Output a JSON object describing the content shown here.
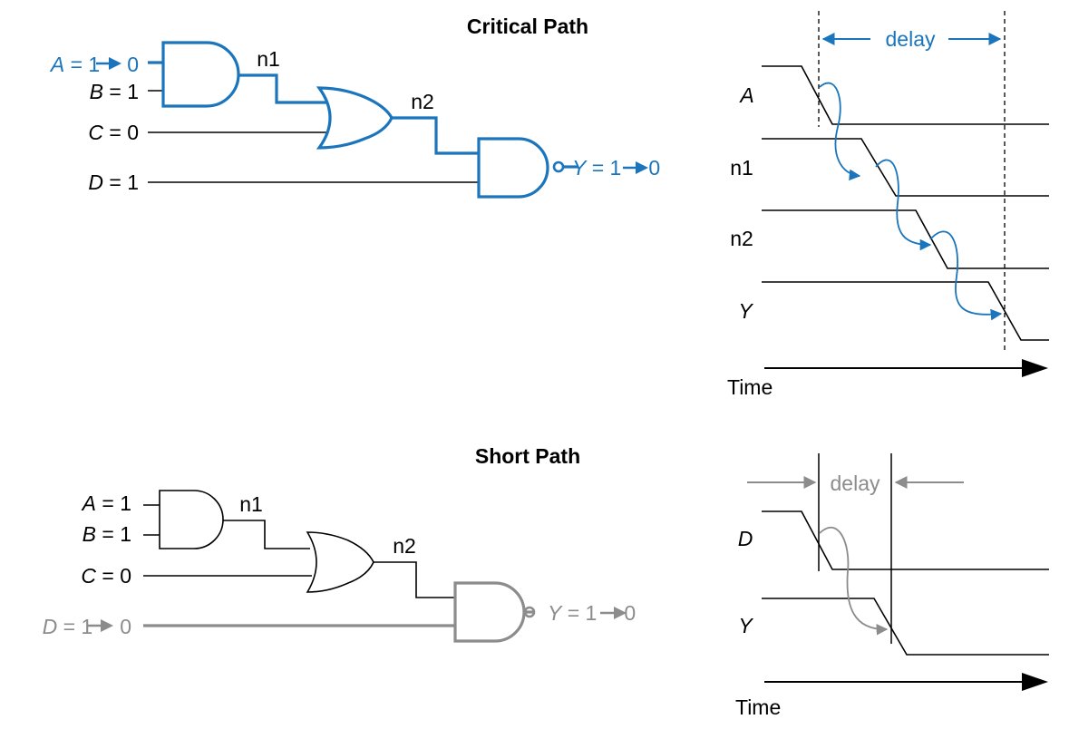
{
  "colors": {
    "critical": "#1a75bc",
    "inactive": "#8c8c8c",
    "line": "#000000"
  },
  "critical": {
    "title": "Critical Path",
    "inputs": {
      "a_name": "A",
      "a_value": " = 1",
      "a_to": "0",
      "b_name": "B",
      "b_value": " = 1",
      "c_name": "C",
      "c_value": " = 0",
      "d_name": "D",
      "d_value": " = 1"
    },
    "nodes": {
      "n1": "n1",
      "n2": "n2"
    },
    "output": {
      "name": "Y",
      "value": " = 1",
      "to": "0"
    },
    "timing": {
      "delay_label": "delay",
      "signals": [
        "A",
        "n1",
        "n2",
        "Y"
      ],
      "time_label": "Time"
    }
  },
  "short": {
    "title": "Short Path",
    "inputs": {
      "a_name": "A",
      "a_value": " = 1",
      "b_name": "B",
      "b_value": " = 1",
      "c_name": "C",
      "c_value": " = 0",
      "d_name": "D",
      "d_value": " = 1",
      "d_to": "0"
    },
    "nodes": {
      "n1": "n1",
      "n2": "n2"
    },
    "output": {
      "name": "Y",
      "value": " = 1",
      "to": "0"
    },
    "timing": {
      "delay_label": "delay",
      "signals": [
        "D",
        "Y"
      ],
      "time_label": "Time"
    }
  }
}
